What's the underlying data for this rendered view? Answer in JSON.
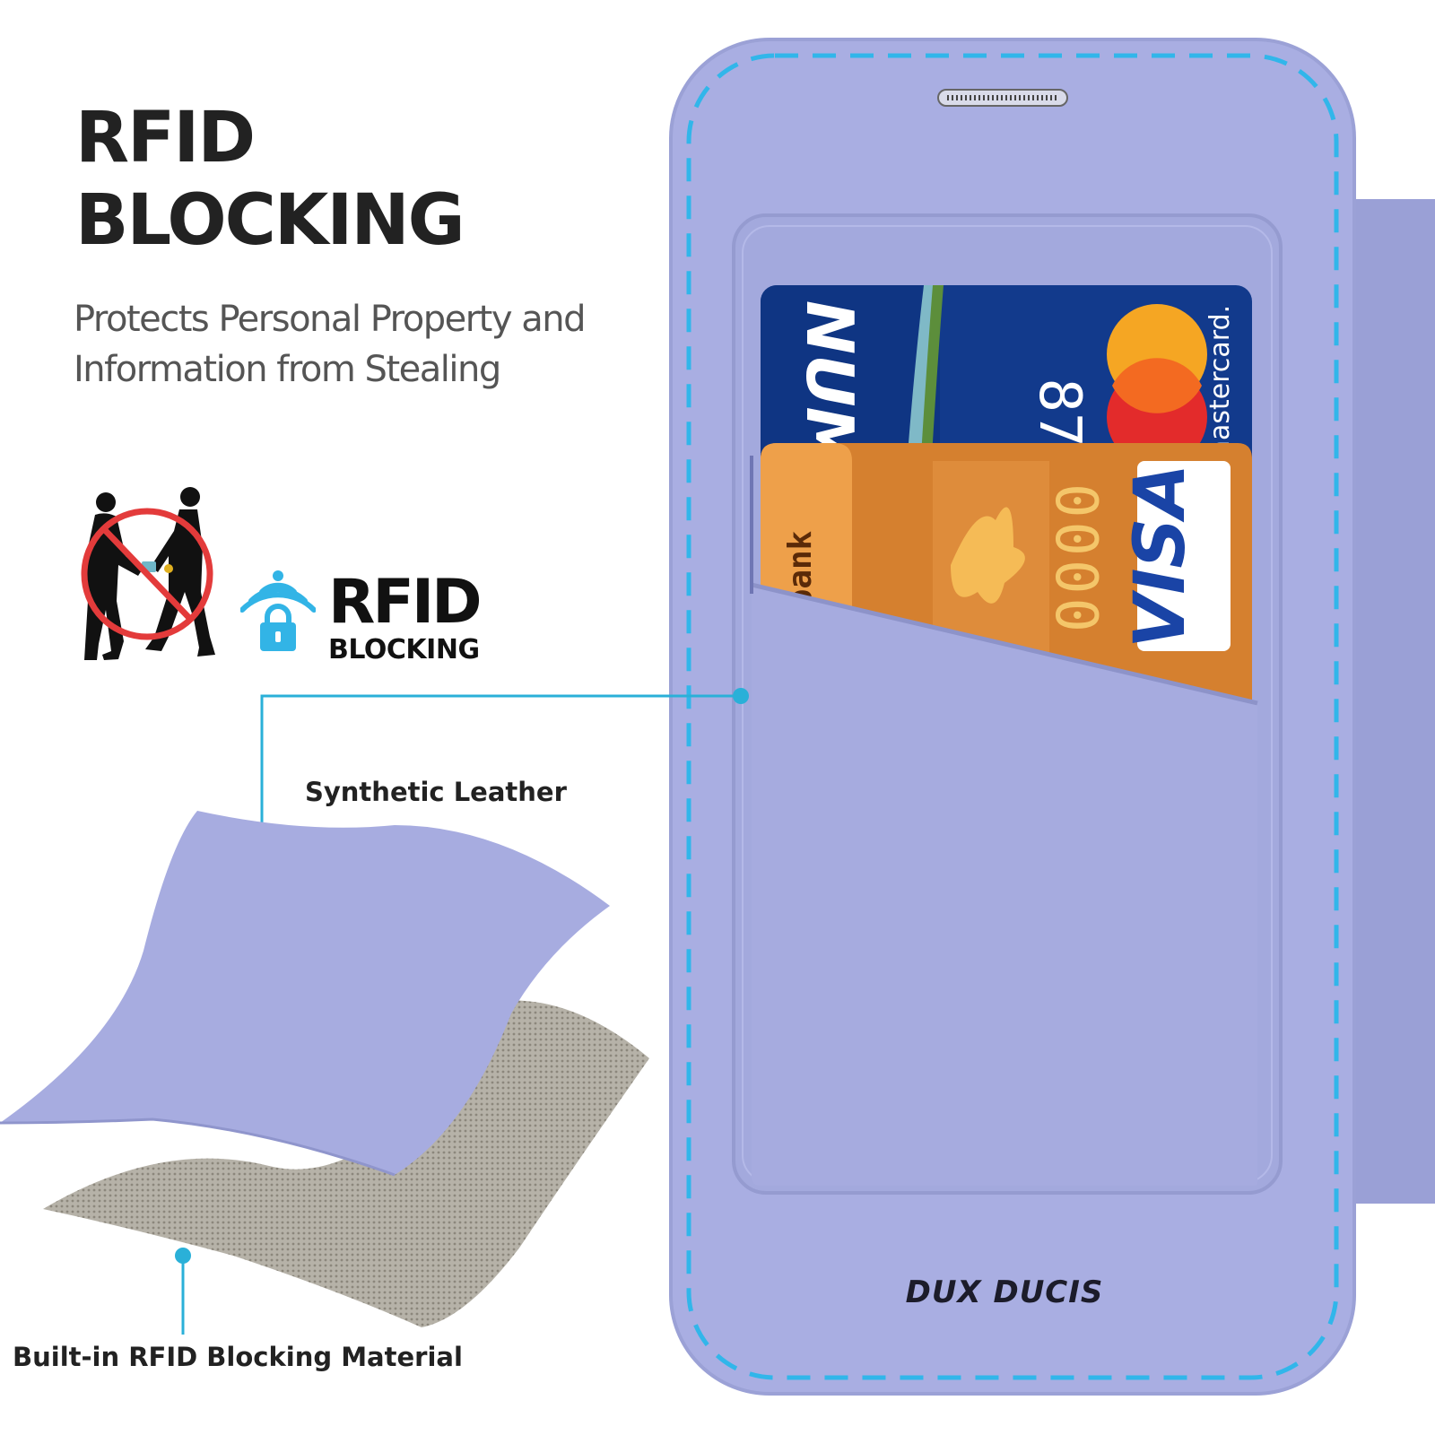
{
  "headline": {
    "line1": "RFID",
    "line2": "BLOCKING"
  },
  "subheadline": {
    "line1": "Protects Personal Property and",
    "line2": "Information from Stealing"
  },
  "badge": {
    "title": "RFID",
    "subtitle": "BLOCKING",
    "icon": "lock-wifi-icon"
  },
  "prohibition_icon": "no-skimming-icon",
  "callouts": {
    "leather": "Synthetic Leather",
    "rfid_material": "Built-in RFID Blocking Material"
  },
  "cards": {
    "blue_card": {
      "text": "NUM",
      "number_fragment": "87",
      "brand": "mastercard."
    },
    "orange_card": {
      "bank": "bank",
      "digits": "0000",
      "brand": "VISA"
    }
  },
  "case_brand": "DUX DUCIS",
  "colors": {
    "case": "#a8aee0",
    "stitch": "#31b6ea",
    "accent_line": "#2ab0d8",
    "headline": "#222222"
  }
}
